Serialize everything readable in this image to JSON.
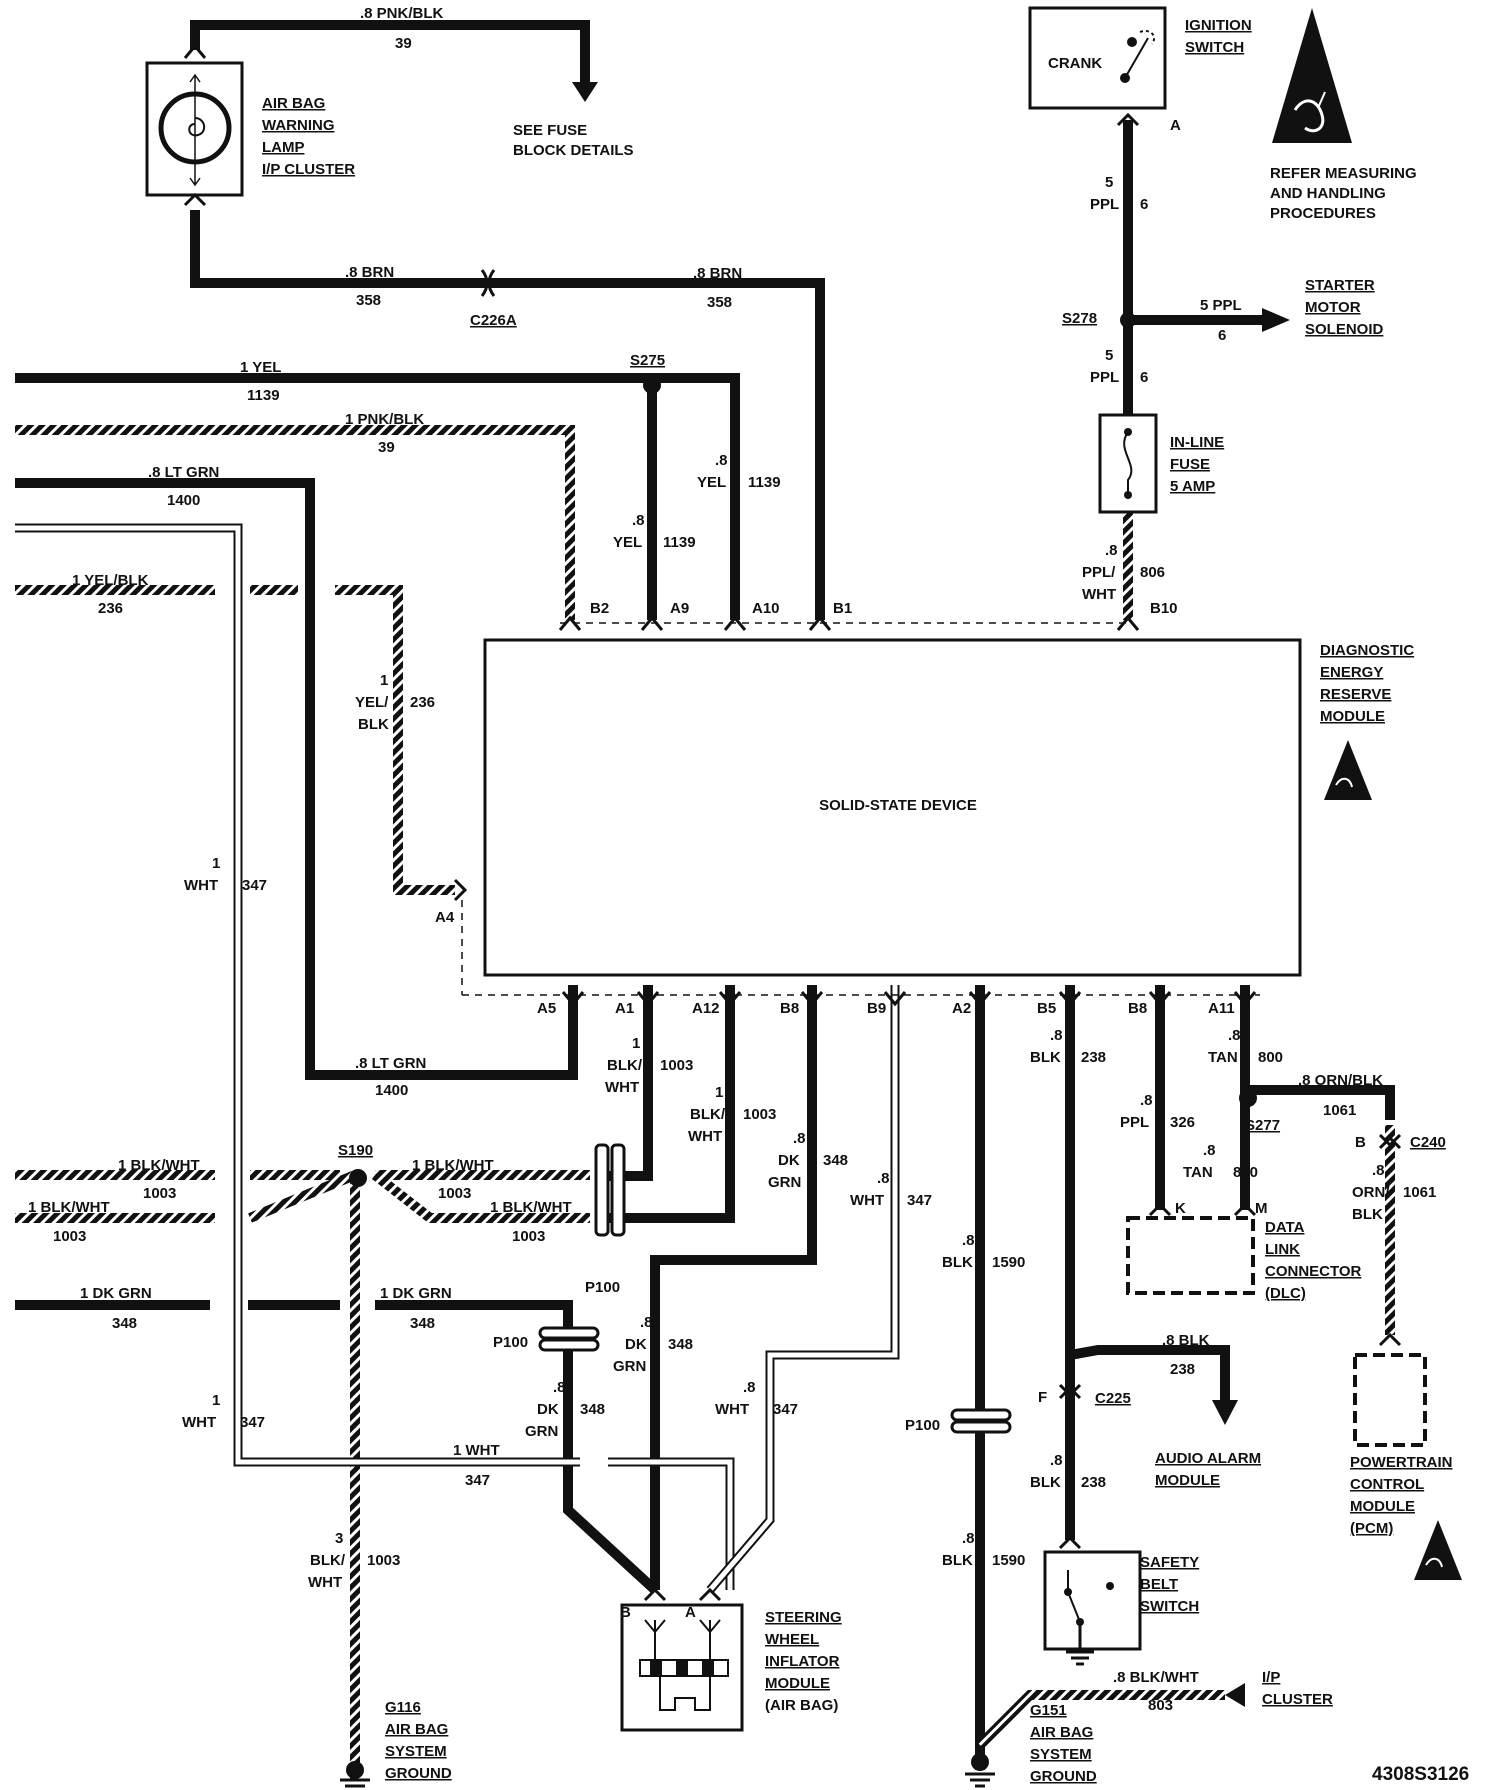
{
  "title": "",
  "diagram_code": "4308S3126",
  "warnings": {
    "esd_note": [
      "REFER MEASURING",
      "AND HANDLING",
      "PROCEDURES"
    ]
  },
  "components": {
    "airbag_lamp": [
      "AIR BAG",
      "WARNING",
      "LAMP",
      "I/P CLUSTER"
    ],
    "fuse_block": [
      "SEE FUSE",
      "BLOCK DETAILS"
    ],
    "ignition_switch": [
      "IGNITION",
      "SWITCH"
    ],
    "ignition_crank": "CRANK",
    "starter_solenoid": [
      "STARTER",
      "MOTOR",
      "SOLENOID"
    ],
    "inline_fuse": [
      "IN-LINE",
      "FUSE",
      "5 AMP"
    ],
    "derm": [
      "DIAGNOSTIC",
      "ENERGY",
      "RESERVE",
      "MODULE"
    ],
    "derm_body": "SOLID-STATE DEVICE",
    "dlc": [
      "DATA",
      "LINK",
      "CONNECTOR",
      "(DLC)"
    ],
    "pcm": [
      "POWERTRAIN",
      "CONTROL",
      "MODULE",
      "(PCM)"
    ],
    "audio_alarm": [
      "AUDIO ALARM",
      "MODULE"
    ],
    "safety_belt": [
      "SAFETY",
      "BELT",
      "SWITCH"
    ],
    "steering_wheel": [
      "STEERING",
      "WHEEL",
      "INFLATOR",
      "MODULE",
      "(AIR BAG)"
    ],
    "ip_cluster": [
      "I/P",
      "CLUSTER"
    ],
    "g116": [
      "G116",
      "AIR BAG",
      "SYSTEM",
      "GROUND"
    ],
    "g151": [
      "G151",
      "AIR BAG",
      "SYSTEM",
      "GROUND"
    ]
  },
  "connectors": {
    "c226a": "C226A",
    "s275": "S275",
    "s278": "S278",
    "s190": "S190",
    "s277": "S277",
    "c240": "C240",
    "c225": "C225",
    "p100": "P100",
    "pins": {
      "b2": "B2",
      "a9": "A9",
      "a10": "A10",
      "b1": "B1",
      "b10": "B10",
      "a4": "A4",
      "a5": "A5",
      "a1": "A1",
      "a12": "A12",
      "b8": "B8",
      "b9": "B9",
      "a2": "A2",
      "b5": "B5",
      "b8b": "B8",
      "a11": "A11",
      "ign_a": "A",
      "c240_b": "B",
      "dlc_k": "K",
      "dlc_m": "M",
      "c225_f": "F",
      "swm_b": "B",
      "swm_a": "A"
    }
  },
  "wires": {
    "w39_top": [
      ".8 PNK/BLK",
      "39"
    ],
    "w358_left": [
      ".8 BRN",
      "358"
    ],
    "w358_right": [
      ".8 BRN",
      "358"
    ],
    "w1139_top": [
      "1 YEL",
      "1139"
    ],
    "w39_mid": [
      "1 PNK/BLK",
      "39"
    ],
    "w1400_top": [
      ".8 LT GRN",
      "1400"
    ],
    "w236_h": [
      "1 YEL/BLK",
      "236"
    ],
    "w236_v": [
      "1",
      "YEL/",
      "BLK",
      "236"
    ],
    "w347_left": [
      "1",
      "WHT",
      "347"
    ],
    "w1139_a9": [
      ".8",
      "YEL",
      "1139"
    ],
    "w1139_a10": [
      ".8",
      "YEL",
      "1139"
    ],
    "w6_upper": [
      "5",
      "PPL",
      "6"
    ],
    "w6_starter": [
      "5 PPL",
      "6"
    ],
    "w6_lower": [
      "5",
      "PPL",
      "6"
    ],
    "w806": [
      ".8",
      "PPL/",
      "WHT",
      "806"
    ],
    "w1400_bot": [
      ".8 LT GRN",
      "1400"
    ],
    "w1003_a1": [
      "1",
      "BLK/",
      "WHT",
      "1003"
    ],
    "w1003_a12": [
      "1",
      "BLK/",
      "WHT",
      "1003"
    ],
    "w348_b8": [
      ".8",
      "DK",
      "GRN",
      "348"
    ],
    "w347_b9": [
      ".8",
      "WHT",
      "347"
    ],
    "w1590_a2": [
      ".8",
      "BLK",
      "1590"
    ],
    "w238_b5": [
      ".8",
      "BLK",
      "238"
    ],
    "w326": [
      ".8",
      "PPL",
      "326"
    ],
    "w800_a11": [
      ".8",
      "TAN",
      "800"
    ],
    "w800_m": [
      ".8",
      "TAN",
      "800"
    ],
    "w1061_h": [
      ".8 ORN/BLK",
      "1061"
    ],
    "w1061_v": [
      ".8",
      "ORN/",
      "BLK",
      "1061"
    ],
    "w1003_l1": [
      "1 BLK/WHT",
      "1003"
    ],
    "w1003_l2": [
      "1 BLK/WHT",
      "1003"
    ],
    "w1003_r1": [
      "1 BLK/WHT",
      "1003"
    ],
    "w1003_r2": [
      "1 BLK/WHT",
      "1003"
    ],
    "w348_left": [
      "1  DK GRN",
      "348"
    ],
    "w348_right": [
      "1  DK GRN",
      "348"
    ],
    "w348_swa": [
      ".8",
      "DK",
      "GRN",
      "348"
    ],
    "w348_swb": [
      ".8",
      "DK",
      "GRN",
      "348"
    ],
    "w347_sw": [
      ".8",
      "WHT",
      "347"
    ],
    "w347_low": [
      "1",
      "WHT",
      "347"
    ],
    "w347_h": [
      "1 WHT",
      "347"
    ],
    "w1003_g116": [
      "3",
      "BLK/",
      "WHT",
      "1003"
    ],
    "w238_audio": [
      ".8 BLK",
      "238"
    ],
    "w238_sb": [
      ".8",
      "BLK",
      "238"
    ],
    "w1590_low": [
      ".8",
      "BLK",
      "1590"
    ],
    "w803": [
      ".8 BLK/WHT",
      "803"
    ]
  }
}
